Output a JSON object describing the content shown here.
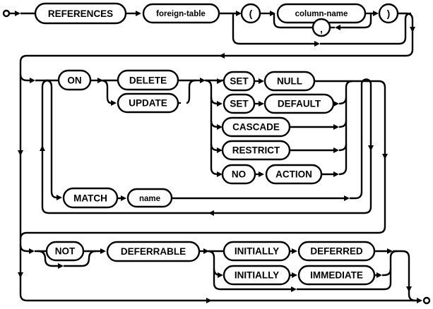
{
  "diagram_title": "foreign-key-clause railroad diagram",
  "colors": {
    "line": "#000000",
    "background": "#ffffff",
    "text": "#000000"
  },
  "nodes": {
    "references": "REFERENCES",
    "foreign_table": "foreign-table",
    "open_paren": "(",
    "column_name": "column-name",
    "comma": ",",
    "close_paren": ")",
    "on": "ON",
    "delete": "DELETE",
    "update": "UPDATE",
    "set_a": "SET",
    "null": "NULL",
    "set_b": "SET",
    "default": "DEFAULT",
    "cascade": "CASCADE",
    "restrict": "RESTRICT",
    "no": "NO",
    "action": "ACTION",
    "match": "MATCH",
    "name": "name",
    "not": "NOT",
    "deferrable": "DEFERRABLE",
    "initially_a": "INITIALLY",
    "deferred": "DEFERRED",
    "initially_b": "INITIALLY",
    "immediate": "IMMEDIATE"
  }
}
